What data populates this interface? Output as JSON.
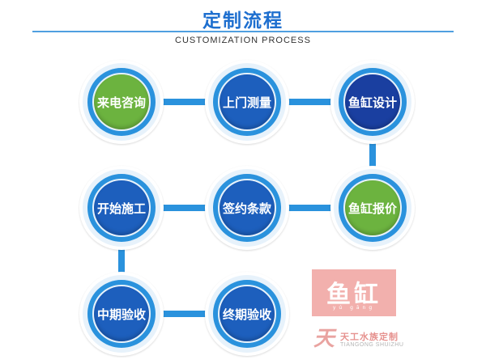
{
  "header": {
    "title": "定制流程",
    "subtitle": "CUSTOMIZATION PROCESS"
  },
  "steps": [
    {
      "label": "来电咨询",
      "color": "green"
    },
    {
      "label": "上门测量",
      "color": "blue"
    },
    {
      "label": "鱼缸设计",
      "color": "navy"
    },
    {
      "label": "鱼缸报价",
      "color": "green"
    },
    {
      "label": "签约条款",
      "color": "blue"
    },
    {
      "label": "开始施工",
      "color": "blue"
    },
    {
      "label": "中期验收",
      "color": "blue"
    },
    {
      "label": "终期验收",
      "color": "blue"
    }
  ],
  "colors": {
    "title": "#1e6fcf",
    "connector": "#2a92dd",
    "green": "#6cb33f",
    "blue": "#1d5fbd",
    "navy": "#1a3fa0",
    "logo_bg": "#f2b0ad"
  },
  "watermark": {
    "logo_text": "鱼缸",
    "logo_pinyin": "yú gāng",
    "brand_name": "天工水族定制",
    "brand_pinyin": "TIANGONG SHUIZHU"
  }
}
